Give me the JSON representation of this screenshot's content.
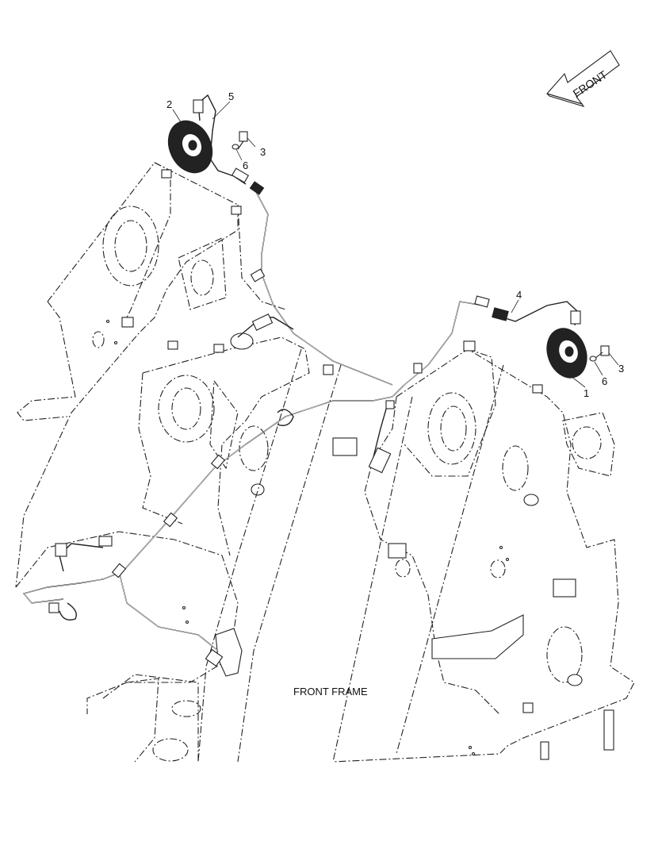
{
  "direction_arrow": {
    "label": "FRONT"
  },
  "caption": "FRONT FRAME",
  "callouts": [
    "1",
    "2",
    "3",
    "3",
    "4",
    "5",
    "6",
    "6"
  ],
  "colors": {
    "ink": "#222222",
    "paper": "#ffffff"
  }
}
